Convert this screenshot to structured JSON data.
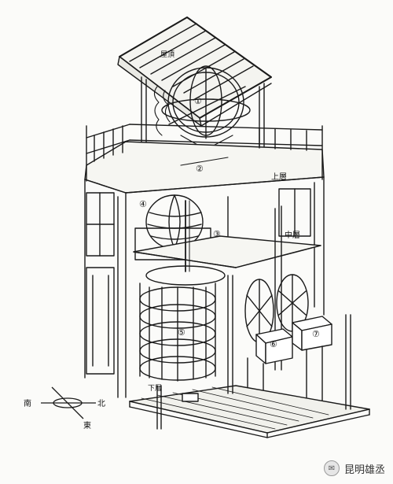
{
  "diagram": {
    "labels": {
      "roof": "屋頂",
      "upper_floor": "上層",
      "middle_floor": "中層",
      "lower_floor": "下層"
    },
    "components": [
      {
        "number": "①"
      },
      {
        "number": "②"
      },
      {
        "number": "③"
      },
      {
        "number": "④"
      },
      {
        "number": "⑤"
      },
      {
        "number": "⑥"
      },
      {
        "number": "⑦"
      }
    ],
    "compass": {
      "south": "南",
      "north": "北",
      "east": "東"
    }
  },
  "watermark": {
    "text": "昆明雄丞",
    "icon": "wechat-icon"
  }
}
